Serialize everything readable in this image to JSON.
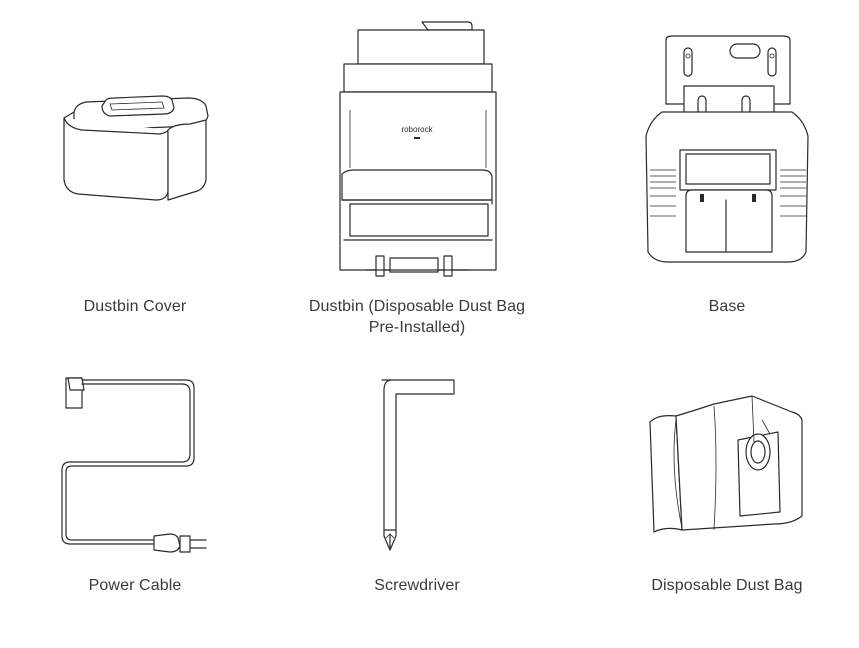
{
  "items": [
    {
      "label": "Dustbin Cover",
      "icon": "dustbin-cover-illustration"
    },
    {
      "label": "Dustbin (Disposable Dust Bag Pre-Installed)",
      "icon": "dustbin-illustration",
      "brand_mark": "roborock"
    },
    {
      "label": "Base",
      "icon": "base-illustration"
    },
    {
      "label": "Power Cable",
      "icon": "power-cable-illustration"
    },
    {
      "label": "Screwdriver",
      "icon": "screwdriver-illustration"
    },
    {
      "label": "Disposable Dust Bag",
      "icon": "dust-bag-illustration"
    }
  ],
  "colors": {
    "text": "#3a3a3a",
    "line": "#2b2b2b",
    "background": "#ffffff"
  }
}
